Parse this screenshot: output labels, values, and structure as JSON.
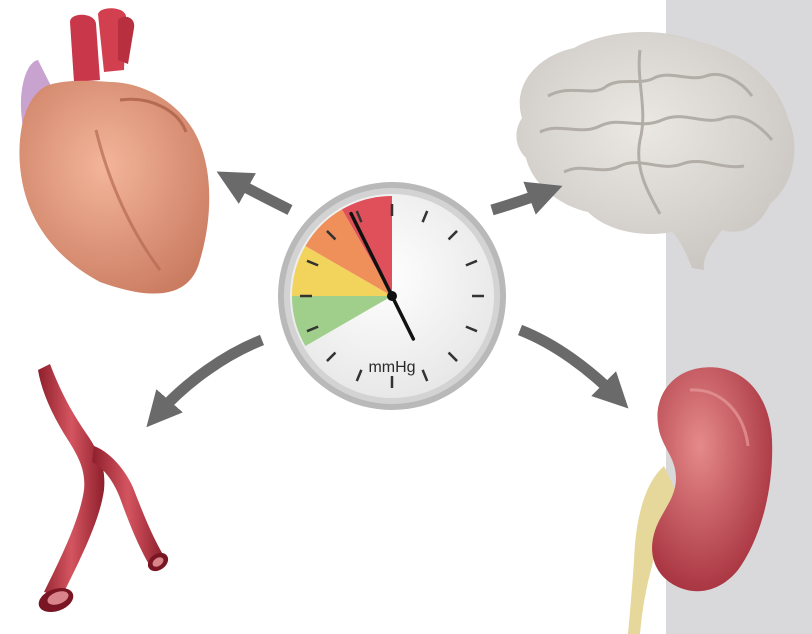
{
  "gauge": {
    "unit_label": "mmHg",
    "needle_level_fraction": 0.78,
    "zones": [
      "green",
      "yellow",
      "orange",
      "red"
    ]
  },
  "organs": {
    "top_left": "heart-icon",
    "top_right": "brain-icon",
    "bottom_left": "artery-icon",
    "bottom_right": "kidney-icon"
  },
  "colors": {
    "panel": "#d9d9db",
    "arrow": "#6a6a6a",
    "zone_green": "#9fcf8a",
    "zone_yellow": "#f2d35c",
    "zone_orange": "#ef8f5a",
    "zone_red": "#e0505a",
    "organ_red": "#c8424e",
    "heart_flesh": "#e59a7d",
    "brain": "#d9d6d2"
  }
}
